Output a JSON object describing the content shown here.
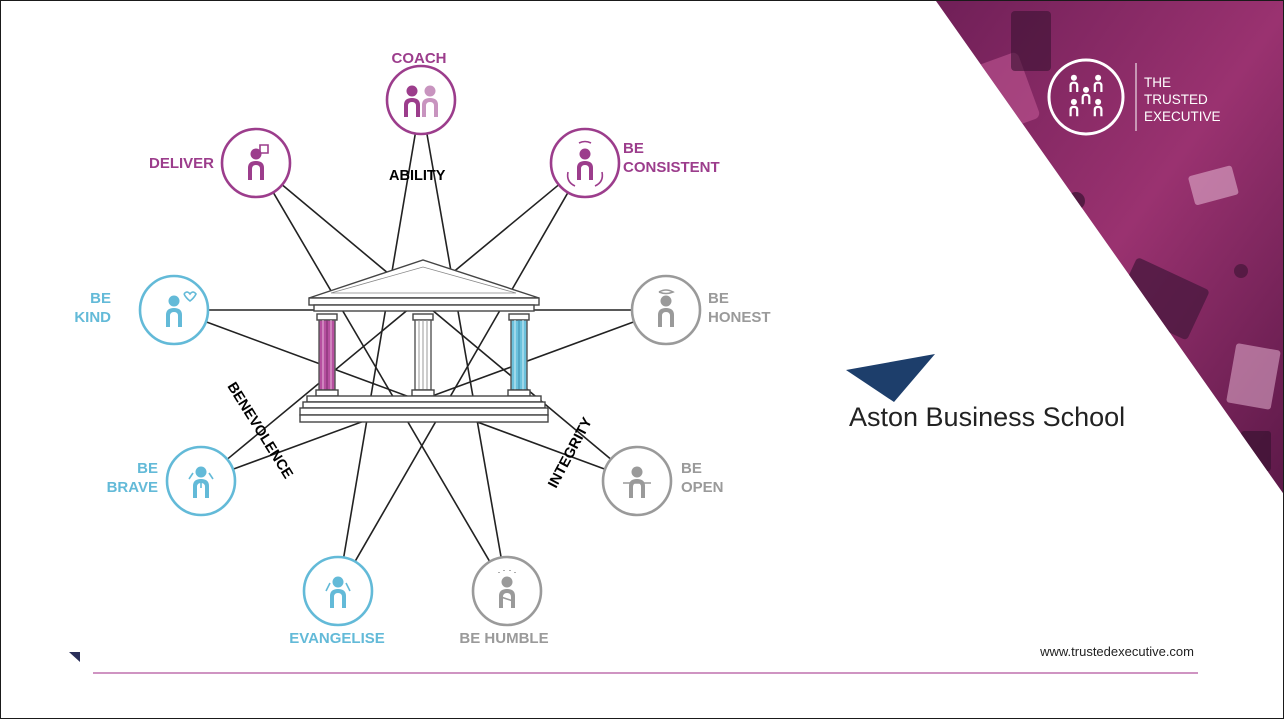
{
  "colors": {
    "ability": "#9c3d8c",
    "benevolence": "#63bad8",
    "integrity": "#9a9a9a",
    "line": "#222222",
    "footer_rule": "#b2539e",
    "aston_navy": "#1d3e6b",
    "photo_magenta": "#8a2a63"
  },
  "groups": {
    "ability": "ABILITY",
    "benevolence": "BENEVOLENCE",
    "integrity": "INTEGRITY"
  },
  "nodes": [
    {
      "id": "coach",
      "label": [
        "COACH"
      ],
      "group": "ability",
      "icon": "coach-two-people-icon"
    },
    {
      "id": "be-consistent",
      "label": [
        "BE",
        "CONSISTENT"
      ],
      "group": "ability",
      "icon": "consistent-cycle-person-icon"
    },
    {
      "id": "be-honest",
      "label": [
        "BE",
        "HONEST"
      ],
      "group": "integrity",
      "icon": "halo-person-icon"
    },
    {
      "id": "be-open",
      "label": [
        "BE",
        "OPEN"
      ],
      "group": "integrity",
      "icon": "open-arms-person-icon"
    },
    {
      "id": "be-humble",
      "label": [
        "BE HUMBLE"
      ],
      "group": "integrity",
      "icon": "praying-person-icon"
    },
    {
      "id": "evangelise",
      "label": [
        "EVANGELISE"
      ],
      "group": "benevolence",
      "icon": "raised-arms-person-icon"
    },
    {
      "id": "be-brave",
      "label": [
        "BE",
        "BRAVE"
      ],
      "group": "benevolence",
      "icon": "medal-person-icon"
    },
    {
      "id": "be-kind",
      "label": [
        "BE",
        "KIND"
      ],
      "group": "benevolence",
      "icon": "heart-person-icon"
    },
    {
      "id": "deliver",
      "label": [
        "DELIVER"
      ],
      "group": "ability",
      "icon": "box-carrying-person-icon"
    }
  ],
  "center_icon": "classical-temple-icon",
  "aston": {
    "name": "Aston Business School",
    "logo_icon": "aston-triangle-logo-icon"
  },
  "trusted_executive": {
    "lines": [
      "THE",
      "TRUSTED",
      "EXECUTIVE"
    ],
    "logo_icon": "trusted-executive-circle-logo-icon"
  },
  "footer": {
    "url": "www.trustedexecutive.com",
    "corner_icon": "corner-triangle-icon"
  }
}
